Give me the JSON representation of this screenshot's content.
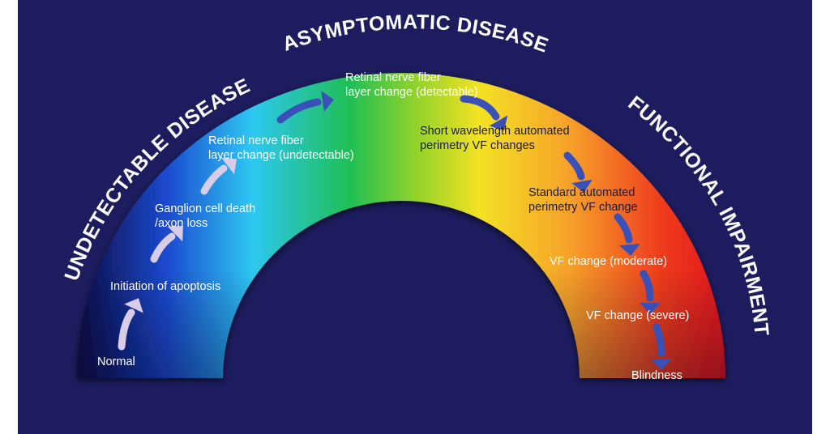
{
  "colors": {
    "background": "#1c1c5e",
    "gradient": [
      "#0c0c44",
      "#1b4bd0",
      "#2ec8f2",
      "#1fbf54",
      "#8fd22c",
      "#f4e224",
      "#f6a12a",
      "#ef3c1e",
      "#e2161b"
    ],
    "arrow_light": "#d8cce8",
    "arrow_blue": "#3950b8"
  },
  "titles": {
    "left": "UNDETECTABLE DISEASE",
    "top": "ASYMPTOMATIC DISEASE",
    "right": "FUNCTIONAL IMPAIRMENT"
  },
  "stages": [
    {
      "id": "normal",
      "lines": [
        "Normal"
      ]
    },
    {
      "id": "apoptosis",
      "lines": [
        "Initiation of apoptosis"
      ]
    },
    {
      "id": "ganglion",
      "lines": [
        "Ganglion cell death",
        "/axon loss"
      ]
    },
    {
      "id": "rnfl-undetectable",
      "lines": [
        "Retinal nerve fiber",
        "layer change (undetectable)"
      ]
    },
    {
      "id": "rnfl-detectable",
      "lines": [
        "Retinal nerve fiber",
        "layer change (detectable)"
      ]
    },
    {
      "id": "swap",
      "lines": [
        "Short wavelength automated",
        "perimetry VF changes"
      ]
    },
    {
      "id": "sap",
      "lines": [
        "Standard automated",
        "perimetry VF change"
      ]
    },
    {
      "id": "vf-moderate",
      "lines": [
        "VF change (moderate)"
      ]
    },
    {
      "id": "vf-severe",
      "lines": [
        "VF change (severe)"
      ]
    },
    {
      "id": "blindness",
      "lines": [
        "Blindness"
      ]
    }
  ]
}
